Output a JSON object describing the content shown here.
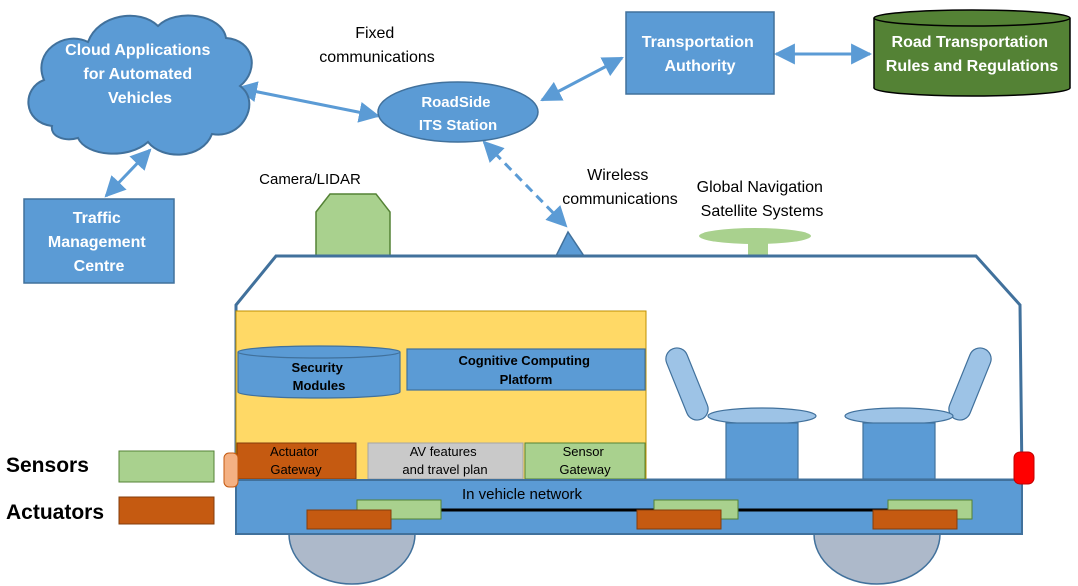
{
  "nodes": {
    "cloud": [
      "Cloud Applications",
      "for Automated",
      "Vehicles"
    ],
    "fixed_comm": [
      "Fixed",
      "communications"
    ],
    "transport_authority": [
      "Transportation",
      "Authority"
    ],
    "road_rules": [
      "Road Transportation",
      "Rules and Regulations"
    ],
    "roadside": [
      "RoadSide",
      "ITS Station"
    ],
    "traffic_centre": [
      "Traffic",
      "Management",
      "Centre"
    ],
    "camera": "Camera/LIDAR",
    "wireless": [
      "Wireless",
      "communications"
    ],
    "gnss": [
      "Global Navigation",
      "Satellite Systems"
    ],
    "security": [
      "Security",
      "Modules"
    ],
    "cognitive": [
      "Cognitive Computing",
      "Platform"
    ],
    "actuator_gw": [
      "Actuator",
      "Gateway"
    ],
    "av_features": [
      "AV features",
      "and travel plan"
    ],
    "sensor_gw": [
      "Sensor",
      "Gateway"
    ],
    "network": "In vehicle network"
  },
  "legend": {
    "sensors": "Sensors",
    "actuators": "Actuators"
  },
  "colors": {
    "blue_fill": "#5b9bd5",
    "blue_stroke": "#41719c",
    "light_blue": "#9dc3e6",
    "green_fill": "#a9d18e",
    "dark_green": "#548235",
    "orange": "#c55a11",
    "yellow": "#ffd966",
    "gray": "#c9c9c9",
    "red": "#ff0000",
    "salmon": "#f4b183"
  }
}
